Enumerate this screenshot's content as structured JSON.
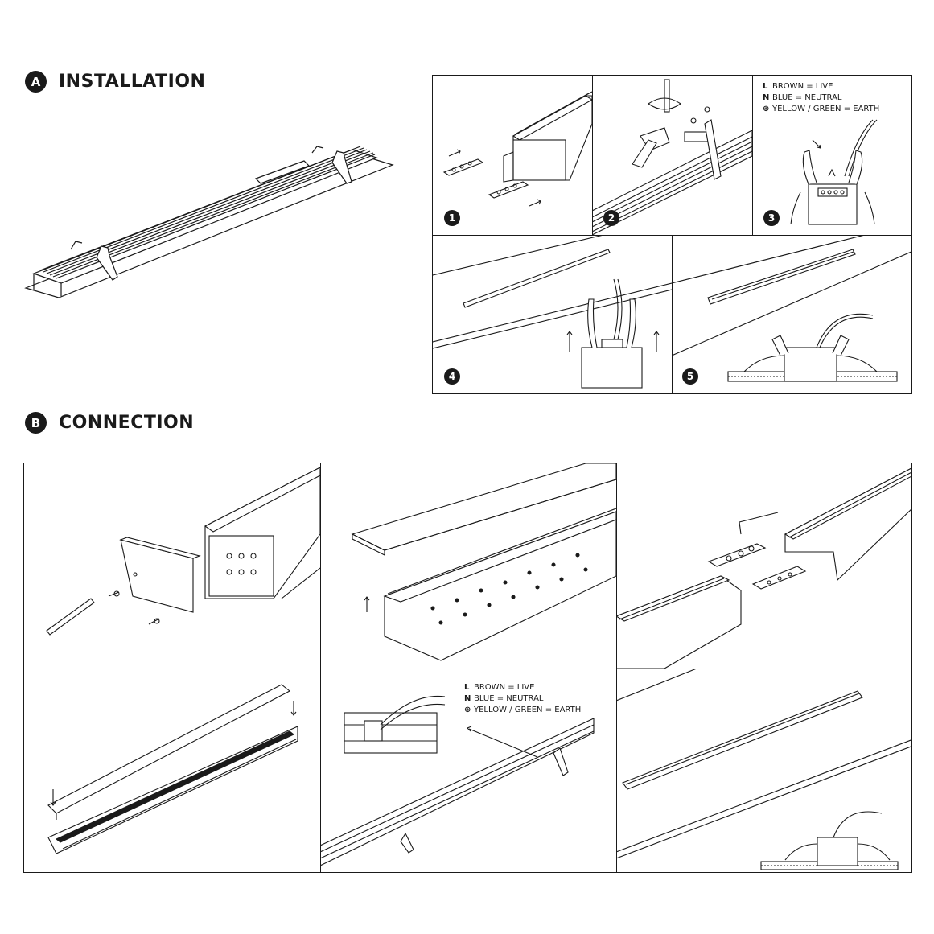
{
  "installation": {
    "badge": "A",
    "title": "INSTALLATION",
    "steps": [
      "1",
      "2",
      "3",
      "4",
      "5"
    ],
    "wiring_legend": {
      "live_code": "L",
      "live_text": "BROWN = LIVE",
      "neutral_code": "N",
      "neutral_text": "BLUE = NEUTRAL",
      "earth_code": "⊕",
      "earth_text": "YELLOW / GREEN = EARTH"
    }
  },
  "connection": {
    "badge": "B",
    "title": "CONNECTION",
    "wiring_legend": {
      "live_code": "L",
      "live_text": "BROWN = LIVE",
      "neutral_code": "N",
      "neutral_text": "BLUE = NEUTRAL",
      "earth_code": "⊕",
      "earth_text": "YELLOW / GREEN = EARTH"
    }
  },
  "colors": {
    "ink": "#1a1a1a",
    "paper": "#ffffff"
  }
}
